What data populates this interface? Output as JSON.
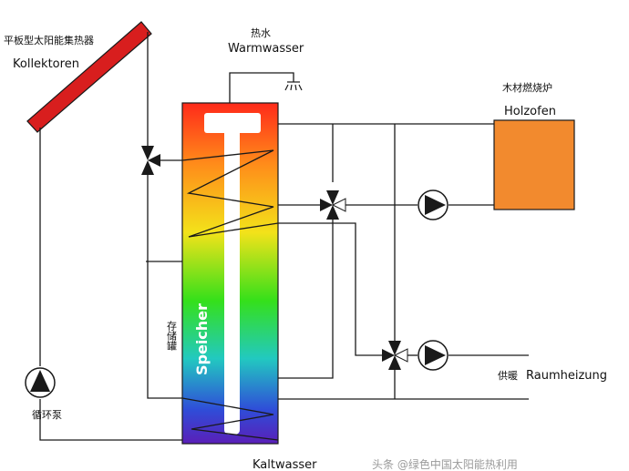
{
  "labels": {
    "collector_cn": "平板型太阳能集热器",
    "collector_de": "Kollektoren",
    "hot_water_cn": "热水",
    "hot_water_de": "Warmwasser",
    "stove_cn": "木材燃烧炉",
    "stove_de": "Holzofen",
    "tank_vertical": "Speicher",
    "tank_cn": "存储罐",
    "pump_cn": "循环泵",
    "heating_cn": "供暖",
    "heating_de": "Raumheizung",
    "cold_water_de": "Kaltwasser",
    "watermark": "头条 @绿色中国太阳能热利用"
  },
  "colors": {
    "collector": "#d81e1e",
    "stove": "#f28a2e",
    "tank_gradient": [
      "#ff2a1a",
      "#ff8c1a",
      "#f3e21a",
      "#35e01a",
      "#22c9c0",
      "#2f4dd8",
      "#5a1fb8"
    ],
    "pipe": "#1a1a1a"
  }
}
